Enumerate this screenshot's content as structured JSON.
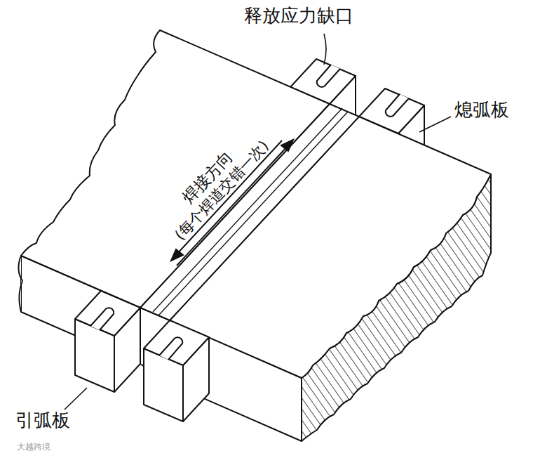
{
  "diagram": {
    "labels": [
      "释放应力缺口",
      "熄弧板",
      "焊接方向",
      "(每个焊道交错一次)",
      "引弧板",
      "大越跨境"
    ]
  }
}
